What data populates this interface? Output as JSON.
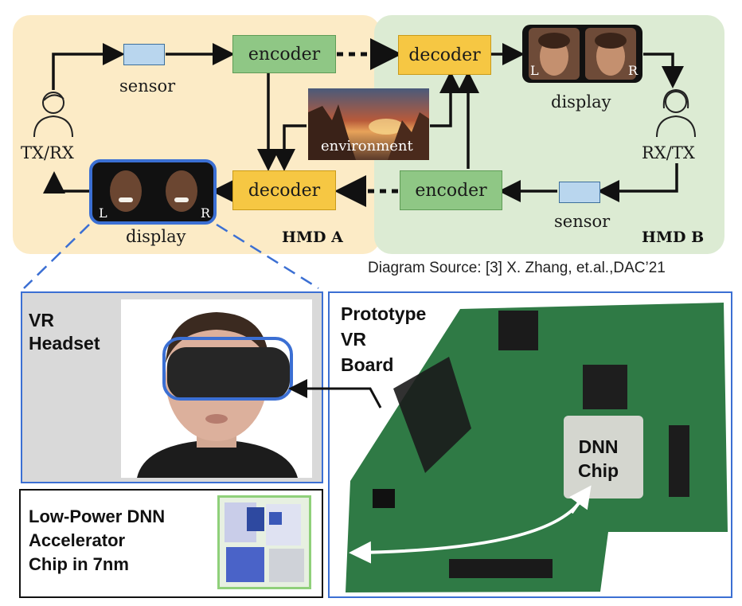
{
  "hmd_a": {
    "title": "HMD A",
    "sensor_label": "sensor",
    "encoder_label": "encoder",
    "decoder_label": "decoder",
    "user_label": "TX/RX",
    "display_label": "display",
    "left_eye": "L",
    "right_eye": "R"
  },
  "hmd_b": {
    "title": "HMD B",
    "sensor_label": "sensor",
    "encoder_label": "encoder",
    "decoder_label": "decoder",
    "user_label": "RX/TX",
    "display_label": "display",
    "left_eye": "L",
    "right_eye": "R"
  },
  "environment_label": "environment",
  "diagram_source": "Diagram Source: [3] X. Zhang, et.al.,DAC’21",
  "vr_headset": {
    "line1": "VR",
    "line2": "Headset"
  },
  "prototype_board": {
    "line1": "Prototype",
    "line2": "VR",
    "line3": "Board"
  },
  "dnn_chip": {
    "line1": "DNN",
    "line2": "Chip"
  },
  "accelerator": {
    "line1": "Low-Power DNN",
    "line2": "Accelerator",
    "line3": "Chip in 7nm"
  },
  "colors": {
    "hmd_a_bg": "#fcebc6",
    "hmd_b_bg": "#dcebd3",
    "encoder": "#8fc785",
    "decoder": "#f6c743",
    "sensor": "#b9d6ee",
    "highlight_blue": "#3b6fd3"
  }
}
